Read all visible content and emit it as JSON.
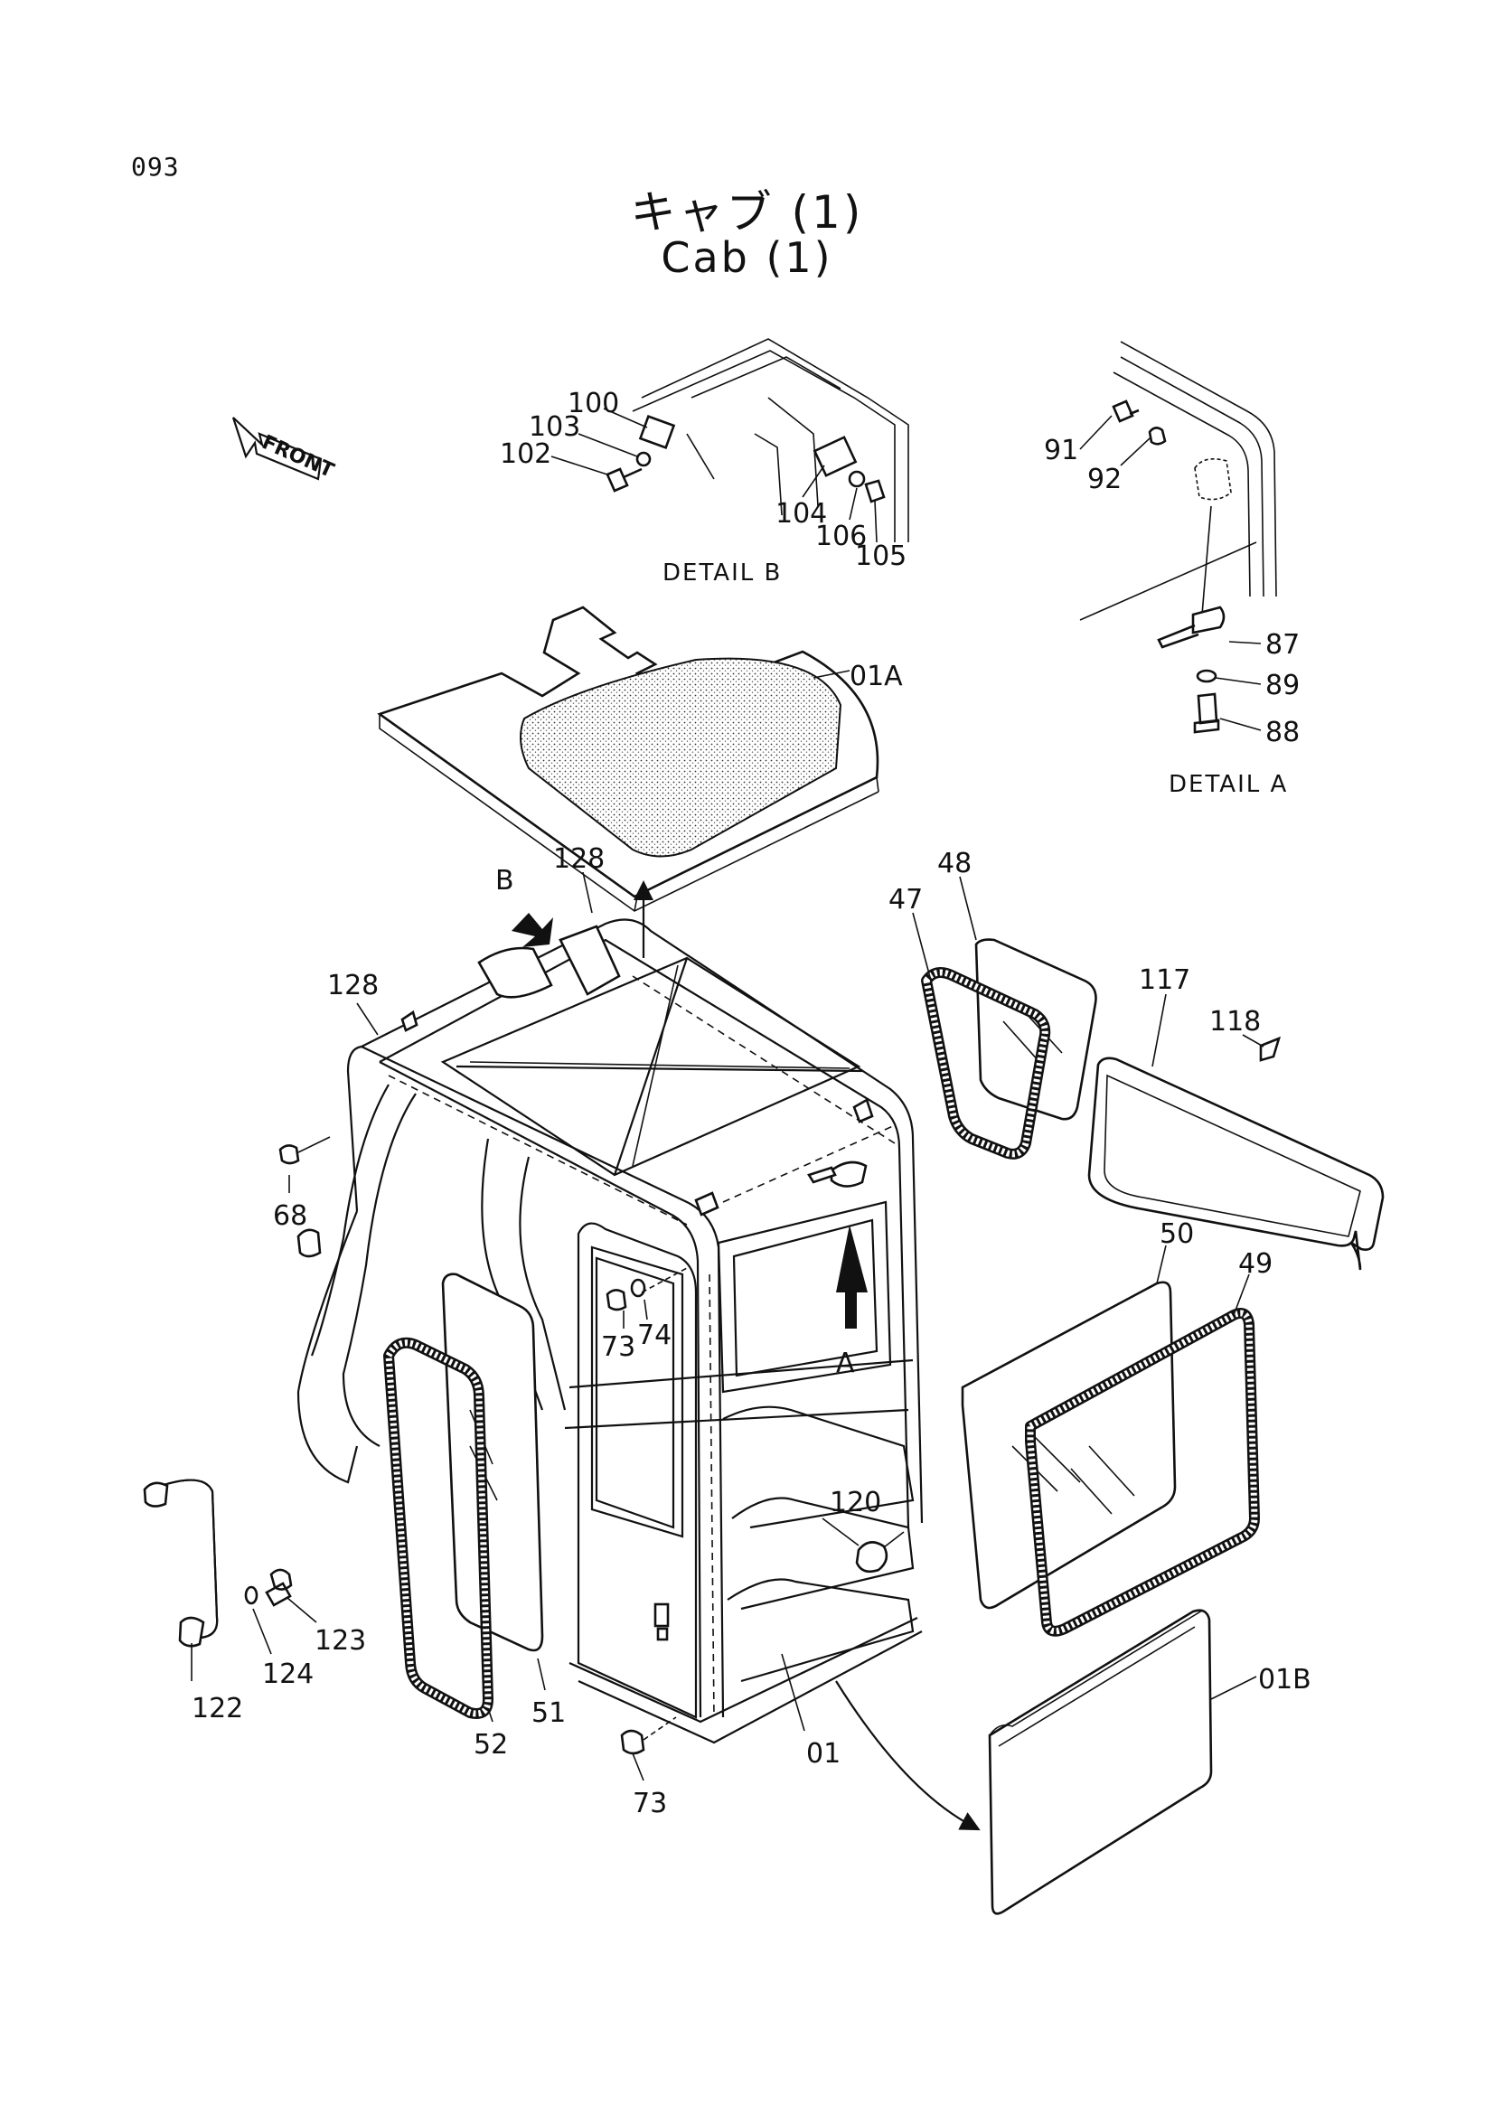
{
  "page_number": "093",
  "title_jp": "キャブ (1)",
  "title_en": "Cab (1)",
  "front_label": "FRONT",
  "details": {
    "detail_b": "DETAIL B",
    "detail_a": "DETAIL A"
  },
  "view_arrows": {
    "b": "B",
    "a": "A"
  },
  "callouts": {
    "p100": "100",
    "p103": "103",
    "p102": "102",
    "p104": "104",
    "p106": "106",
    "p105": "105",
    "p91": "91",
    "p92": "92",
    "p87": "87",
    "p89": "89",
    "p88": "88",
    "p01a": "01A",
    "p128a": "128",
    "p128b": "128",
    "p48": "48",
    "p47": "47",
    "p117": "117",
    "p118": "118",
    "p68": "68",
    "p73a": "73",
    "p74": "74",
    "p50": "50",
    "p49": "49",
    "p120": "120",
    "p122": "122",
    "p124": "124",
    "p123": "123",
    "p52": "52",
    "p51": "51",
    "p73b": "73",
    "p01": "01",
    "p01b": "01B"
  }
}
